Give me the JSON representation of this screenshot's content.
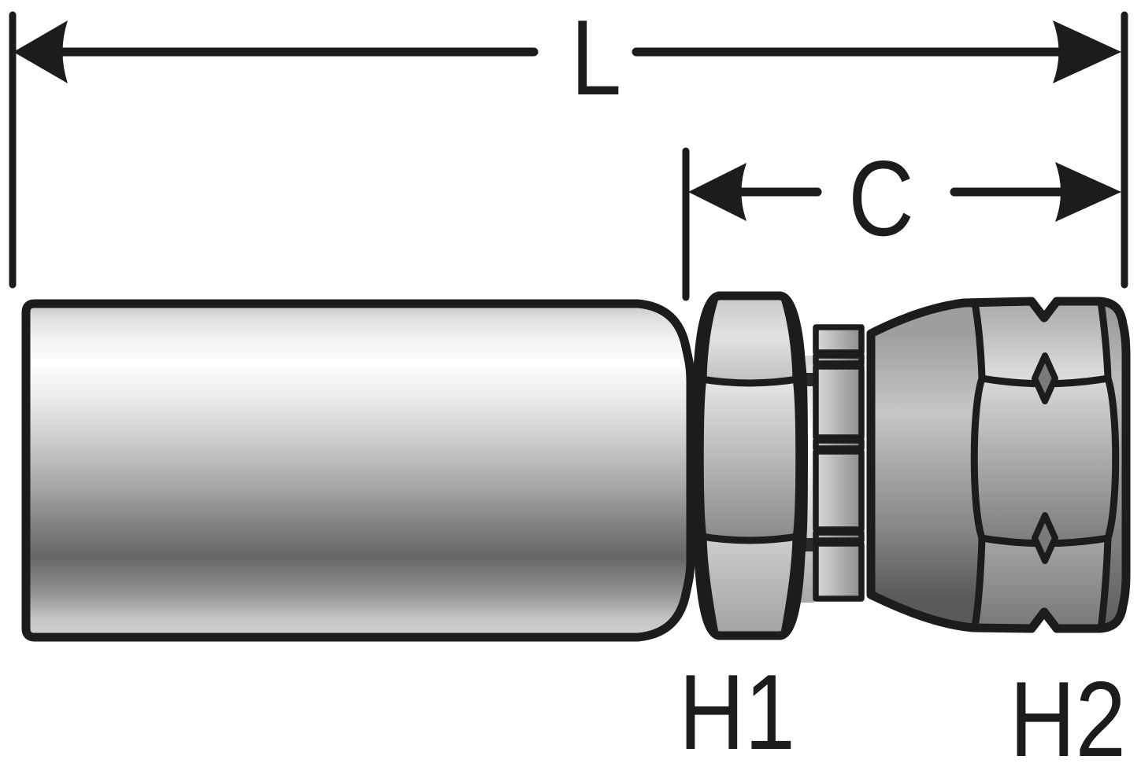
{
  "diagram": {
    "type": "technical-dimension-drawing",
    "subject": "Hose crimp coupling with female swivel end, side profile view",
    "dimensions": {
      "overall_length": {
        "label": "L"
      },
      "cutoff_length": {
        "label": "C"
      },
      "hex_1": {
        "label": "H1"
      },
      "hex_2": {
        "label": "H2"
      }
    },
    "colors": {
      "background": "#ffffff",
      "outline": "#1c1c1c",
      "metal_highlight": "#ffffff",
      "metal_mid": "#a0a0a0",
      "metal_dark": "#5a5a5a"
    }
  }
}
